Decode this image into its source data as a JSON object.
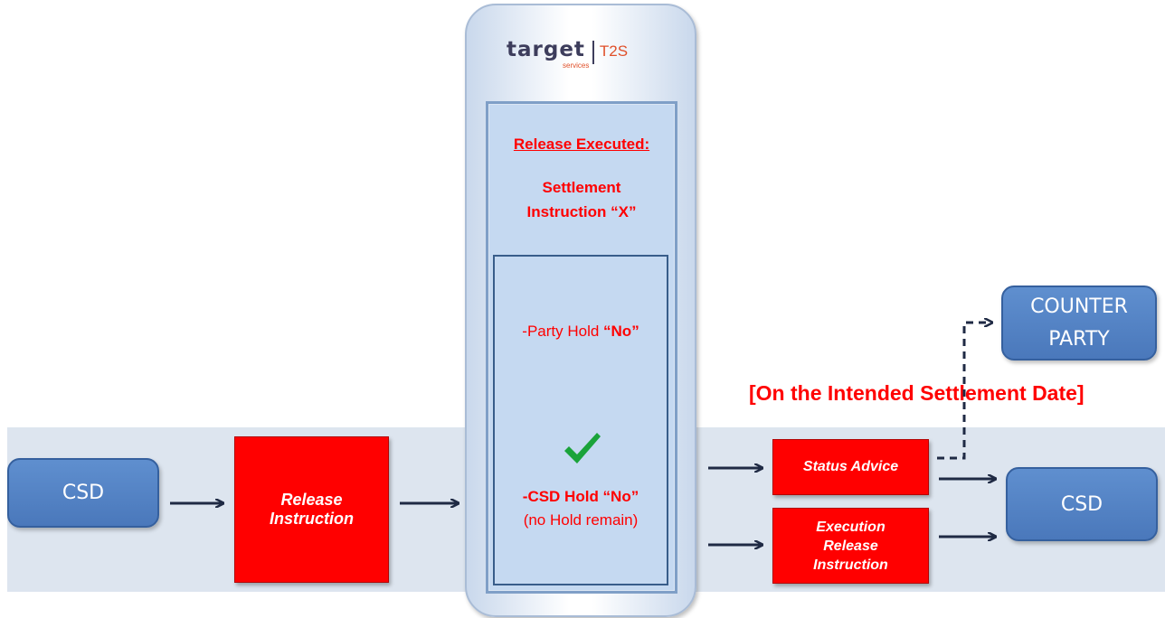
{
  "left_csd": {
    "label": "CSD"
  },
  "release_instruction": {
    "line1": "Release",
    "line2": "Instruction"
  },
  "logo": {
    "text": "target",
    "sub": "services",
    "tag": "T2S"
  },
  "release_executed": {
    "heading": "Release Executed:",
    "si_line1": "Settlement",
    "si_line2": "Instruction “X”"
  },
  "party_hold": {
    "prefix": "-Party Hold ",
    "value": "“No”"
  },
  "csd_hold": {
    "line": "-CSD Hold “No”",
    "note": "(no Hold remain)"
  },
  "status_advice": {
    "label": "Status Advice"
  },
  "execution_release": {
    "line1": "Execution",
    "line2": "Release",
    "line3": "Instruction"
  },
  "counterparty": {
    "line1": "COUNTER",
    "line2": "PARTY"
  },
  "right_csd": {
    "label": "CSD"
  },
  "settlement_date_note": {
    "text": "[On the Intended Settlement Date]"
  },
  "colors": {
    "red": "#ff0000",
    "blue_box": "#4f81bd",
    "band": "#dde5ef",
    "check": "#1aa33a",
    "arrow": "#1f2a44"
  }
}
